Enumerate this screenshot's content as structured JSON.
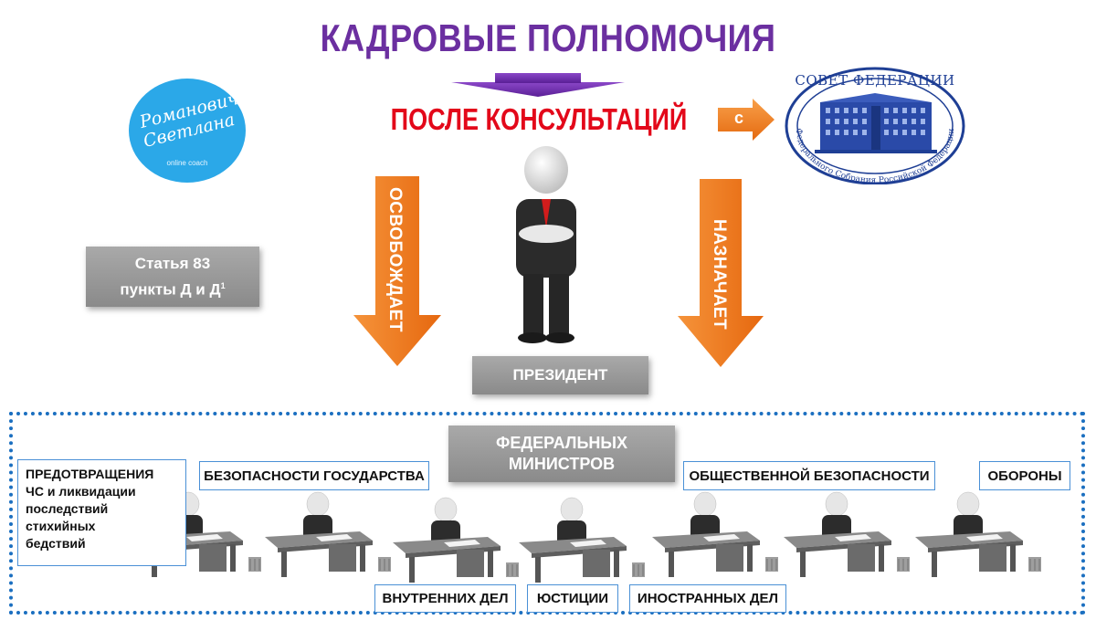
{
  "title": "КАДРОВЫЕ ПОЛНОМОЧИЯ",
  "subtitle": "ПОСЛЕ КОНСУЛЬТАЦИЙ",
  "with_label": "с",
  "logo": {
    "line1": "Романович",
    "line2": "Светлана",
    "caption": "online coach"
  },
  "seal": {
    "top_text": "СОВЕТ ФЕДЕРАЦИИ",
    "ring_text": "Федерального Собрания Российской Федерации"
  },
  "article": {
    "line1": "Статья 83",
    "line2": "пункты Д и Д",
    "sup": "1"
  },
  "arrow_left_label": "ОСВОБОЖДАЕТ",
  "arrow_right_label": "НАЗНАЧАЕТ",
  "president_label": "ПРЕЗИДЕНТ",
  "ministers": {
    "line1": "ФЕДЕРАЛЬНЫХ",
    "line2": "МИНИСТРОВ"
  },
  "ministries": {
    "emergency": {
      "l1": "ПРЕДОТВРАЩЕНИЯ",
      "l2": "ЧС и ликвидации",
      "l3": "последствий",
      "l4": "стихийных",
      "l5": "бедствий"
    },
    "state_security": "БЕЗОПАСНОСТИ ГОСУДАРСТВА",
    "public_security": "ОБЩЕСТВЕННОЙ БЕЗОПАСНОСТИ",
    "defense": "ОБОРОНЫ",
    "internal": "ВНУТРЕННИХ ДЕЛ",
    "justice": "ЮСТИЦИИ",
    "foreign": "ИНОСТРАННЫХ ДЕЛ"
  },
  "colors": {
    "title": "#6b2fa0",
    "subtitle": "#e3081a",
    "orange": "#f07d22",
    "purple_arrow": "#6a2aa8",
    "logo_bg": "#2ba8e8",
    "frame": "#1b6fc0",
    "seal_blue": "#1f3f95"
  }
}
